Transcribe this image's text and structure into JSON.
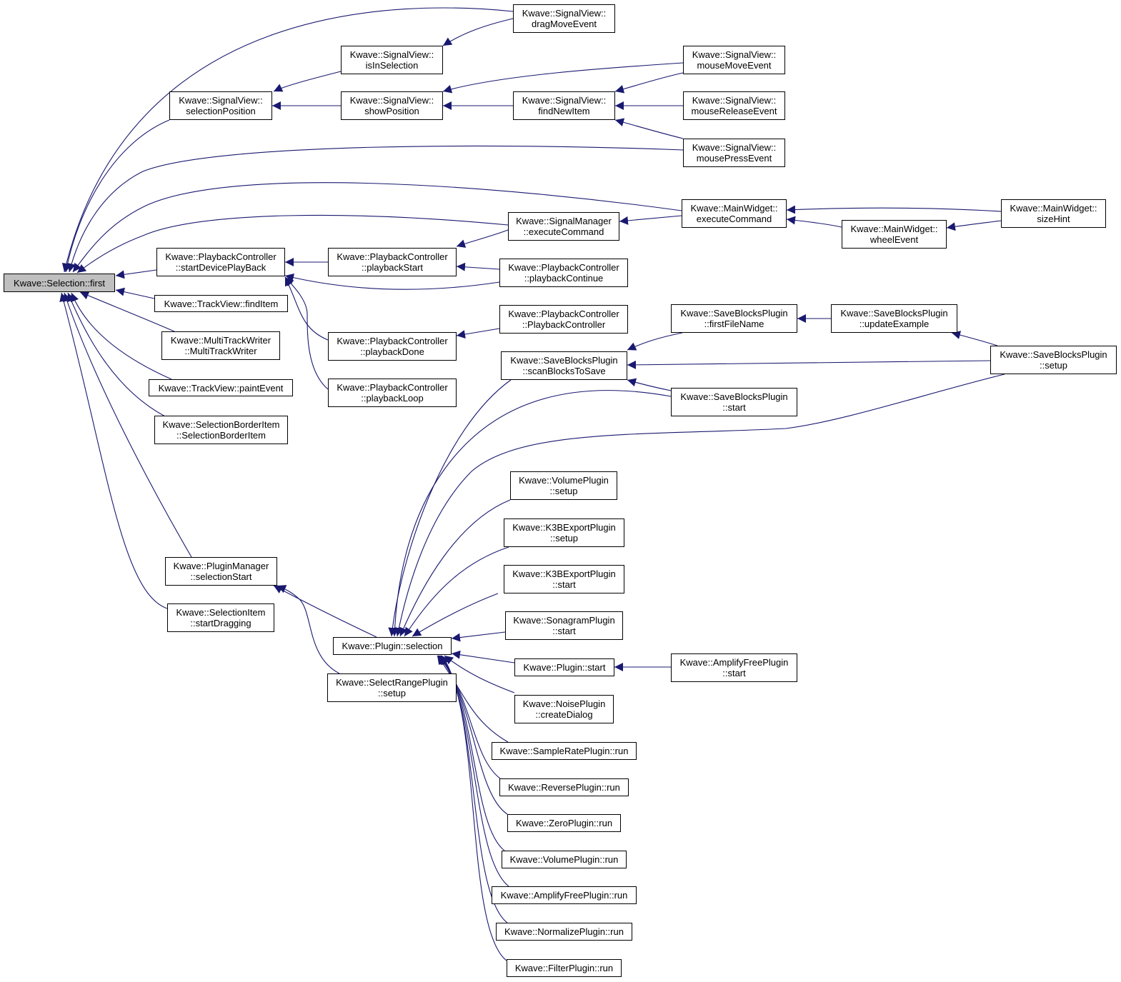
{
  "colors": {
    "edge": "#191970",
    "node_border": "#000000",
    "node_fill": "#ffffff",
    "root_fill": "#bfbfbf",
    "background": "#ffffff"
  },
  "nodes": {
    "root": {
      "lines": [
        "Kwave::Selection::first"
      ]
    },
    "dragMove": {
      "lines": [
        "Kwave::SignalView::",
        "dragMoveEvent"
      ]
    },
    "isInSel": {
      "lines": [
        "Kwave::SignalView::",
        "isInSelection"
      ]
    },
    "selPos": {
      "lines": [
        "Kwave::SignalView::",
        "selectionPosition"
      ]
    },
    "showPos": {
      "lines": [
        "Kwave::SignalView::",
        "showPosition"
      ]
    },
    "findNew": {
      "lines": [
        "Kwave::SignalView::",
        "findNewItem"
      ]
    },
    "mouseMove": {
      "lines": [
        "Kwave::SignalView::",
        "mouseMoveEvent"
      ]
    },
    "mouseRel": {
      "lines": [
        "Kwave::SignalView::",
        "mouseReleaseEvent"
      ]
    },
    "mousePress": {
      "lines": [
        "Kwave::SignalView::",
        "mousePressEvent"
      ]
    },
    "mwExec": {
      "lines": [
        "Kwave::MainWidget::",
        "executeCommand"
      ]
    },
    "mwSize": {
      "lines": [
        "Kwave::MainWidget::",
        "sizeHint"
      ]
    },
    "mwWheel": {
      "lines": [
        "Kwave::MainWidget::",
        "wheelEvent"
      ]
    },
    "smExec": {
      "lines": [
        "Kwave::SignalManager",
        "::executeCommand"
      ]
    },
    "pcStartDev": {
      "lines": [
        "Kwave::PlaybackController",
        "::startDevicePlayBack"
      ]
    },
    "pcStart": {
      "lines": [
        "Kwave::PlaybackController",
        "::playbackStart"
      ]
    },
    "pcCont": {
      "lines": [
        "Kwave::PlaybackController",
        "::playbackContinue"
      ]
    },
    "pcCtor": {
      "lines": [
        "Kwave::PlaybackController",
        "::PlaybackController"
      ]
    },
    "pcDone": {
      "lines": [
        "Kwave::PlaybackController",
        "::playbackDone"
      ]
    },
    "pcLoop": {
      "lines": [
        "Kwave::PlaybackController",
        "::playbackLoop"
      ]
    },
    "tvFind": {
      "lines": [
        "Kwave::TrackView::findItem"
      ]
    },
    "mtw": {
      "lines": [
        "Kwave::MultiTrackWriter",
        "::MultiTrackWriter"
      ]
    },
    "tvPaint": {
      "lines": [
        "Kwave::TrackView::paintEvent"
      ]
    },
    "sbi": {
      "lines": [
        "Kwave::SelectionBorderItem",
        "::SelectionBorderItem"
      ]
    },
    "pmSel": {
      "lines": [
        "Kwave::PluginManager",
        "::selectionStart"
      ]
    },
    "siDrag": {
      "lines": [
        "Kwave::SelectionItem",
        "::startDragging"
      ]
    },
    "plugSel": {
      "lines": [
        "Kwave::Plugin::selection"
      ]
    },
    "srSetup": {
      "lines": [
        "Kwave::SelectRangePlugin",
        "::setup"
      ]
    },
    "sbScan": {
      "lines": [
        "Kwave::SaveBlocksPlugin",
        "::scanBlocksToSave"
      ]
    },
    "sbFirst": {
      "lines": [
        "Kwave::SaveBlocksPlugin",
        "::firstFileName"
      ]
    },
    "sbUpd": {
      "lines": [
        "Kwave::SaveBlocksPlugin",
        "::updateExample"
      ]
    },
    "sbSetup": {
      "lines": [
        "Kwave::SaveBlocksPlugin",
        "::setup"
      ]
    },
    "sbStart": {
      "lines": [
        "Kwave::SaveBlocksPlugin",
        "::start"
      ]
    },
    "volSetup": {
      "lines": [
        "Kwave::VolumePlugin",
        "::setup"
      ]
    },
    "k3bSetup": {
      "lines": [
        "Kwave::K3BExportPlugin",
        "::setup"
      ]
    },
    "k3bStart": {
      "lines": [
        "Kwave::K3BExportPlugin",
        "::start"
      ]
    },
    "sonaStart": {
      "lines": [
        "Kwave::SonagramPlugin",
        "::start"
      ]
    },
    "plugStart": {
      "lines": [
        "Kwave::Plugin::start"
      ]
    },
    "ampStart": {
      "lines": [
        "Kwave::AmplifyFreePlugin",
        "::start"
      ]
    },
    "noiseDlg": {
      "lines": [
        "Kwave::NoisePlugin",
        "::createDialog"
      ]
    },
    "srRun": {
      "lines": [
        "Kwave::SampleRatePlugin::run"
      ]
    },
    "revRun": {
      "lines": [
        "Kwave::ReversePlugin::run"
      ]
    },
    "zeroRun": {
      "lines": [
        "Kwave::ZeroPlugin::run"
      ]
    },
    "volRun": {
      "lines": [
        "Kwave::VolumePlugin::run"
      ]
    },
    "ampRun": {
      "lines": [
        "Kwave::AmplifyFreePlugin::run"
      ]
    },
    "normRun": {
      "lines": [
        "Kwave::NormalizePlugin::run"
      ]
    },
    "filtRun": {
      "lines": [
        "Kwave::FilterPlugin::run"
      ]
    }
  }
}
